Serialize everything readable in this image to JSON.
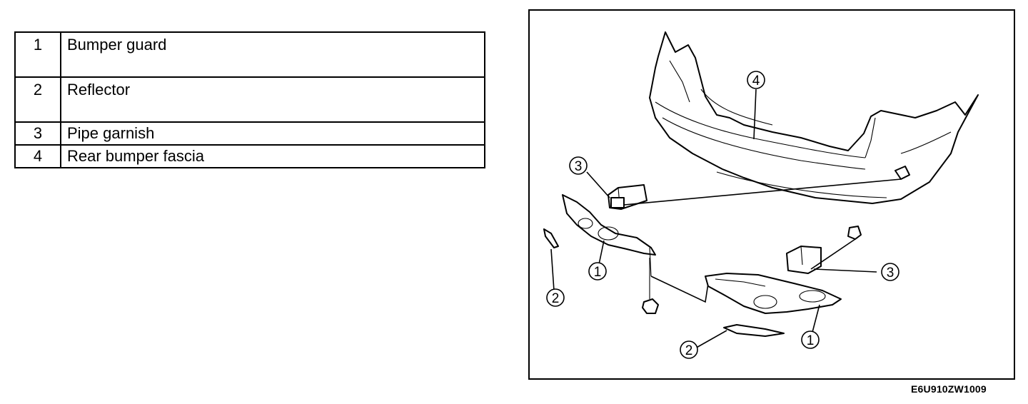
{
  "legend": {
    "rows": [
      {
        "num": "1",
        "label": "Bumper guard"
      },
      {
        "num": "2",
        "label": "Reflector"
      },
      {
        "num": "3",
        "label": "Pipe garnish"
      },
      {
        "num": "4",
        "label": "Rear bumper fascia"
      }
    ]
  },
  "figure": {
    "callouts": [
      "1",
      "2",
      "3",
      "4"
    ],
    "code": "E6U910ZW1009"
  }
}
